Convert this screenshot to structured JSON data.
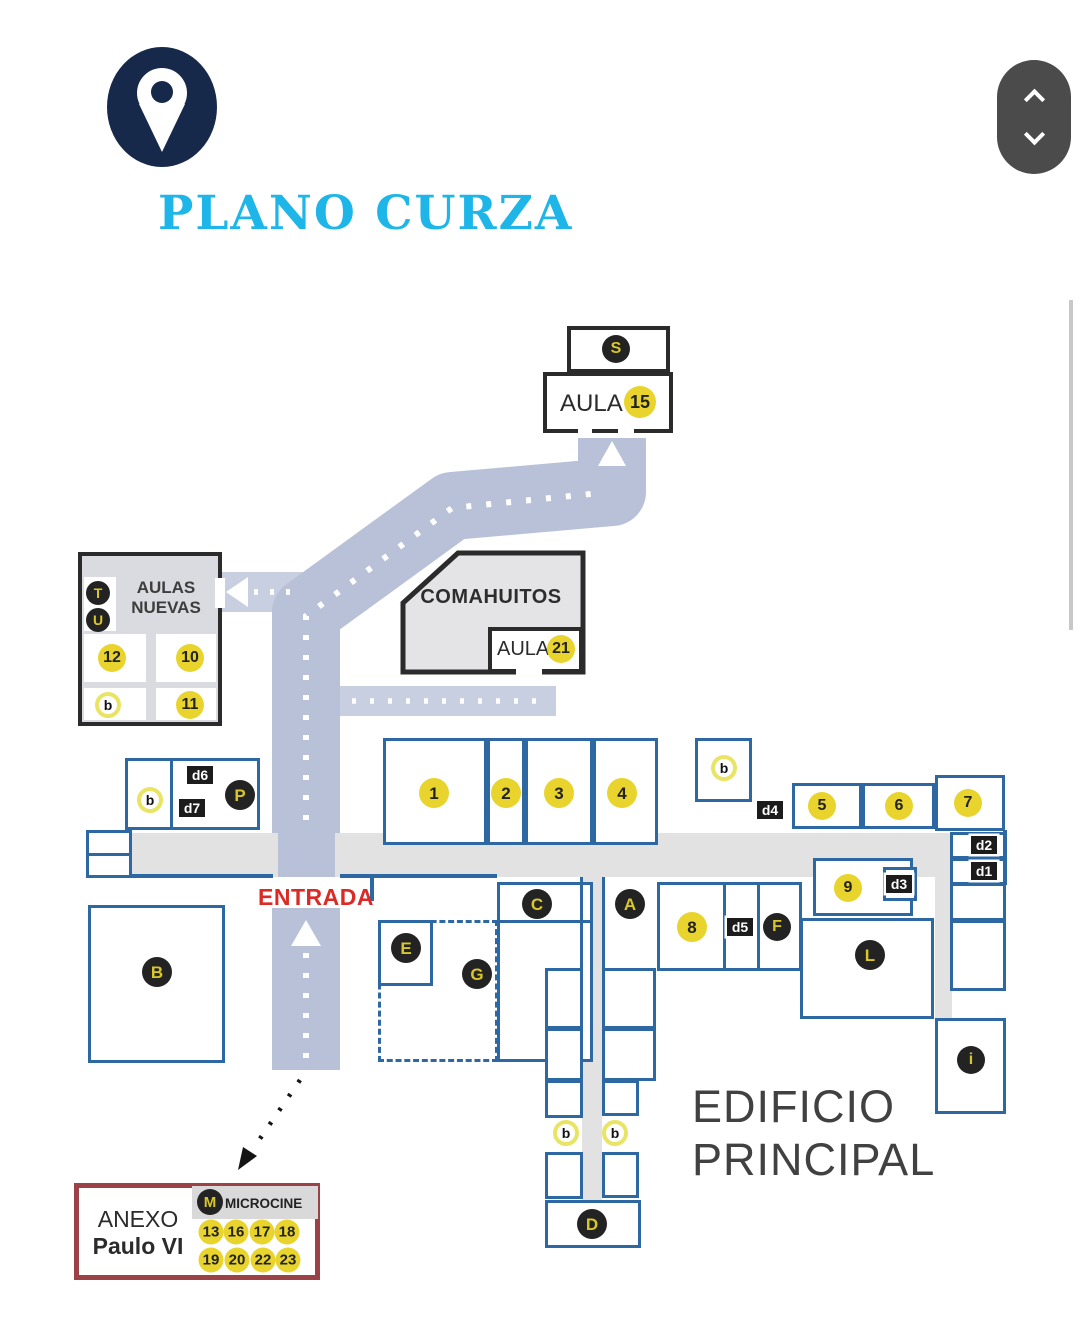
{
  "header": {
    "title": "PLANO CURZA"
  },
  "map": {
    "labels": {
      "entrada": "ENTRADA",
      "edificio1": "EDIFICIO",
      "edificio2": "PRINCIPAL",
      "aulas1": "AULAS",
      "aulas2": "NUEVAS",
      "comahuitos": "COMAHUITOS",
      "aula": "AULA"
    },
    "markers": {
      "s": "S",
      "t": "T",
      "u": "U",
      "p": "P",
      "b": "b",
      "c": "C",
      "a": "A",
      "e": "E",
      "g": "G",
      "f": "F",
      "bmain": "B",
      "l": "L",
      "i": "i",
      "d": "D",
      "m": "M",
      "n1": "1",
      "n2": "2",
      "n3": "3",
      "n4": "4",
      "n5": "5",
      "n6": "6",
      "n7": "7",
      "n8": "8",
      "n9": "9",
      "n10": "10",
      "n11": "11",
      "n12": "12",
      "n15": "15",
      "n21": "21",
      "d1": "d1",
      "d2": "d2",
      "d3": "d3",
      "d4": "d4",
      "d5": "d5",
      "d6": "d6",
      "d7": "d7"
    },
    "anexo": {
      "line1": "ANEXO",
      "line2": "Paulo VI",
      "microcine": "MICROCINE",
      "m": "M",
      "r13": "13",
      "r16": "16",
      "r17": "17",
      "r18": "18",
      "r19": "19",
      "r20": "20",
      "r22": "22",
      "r23": "23"
    },
    "colors": {
      "accent_cyan": "#1eb6e8",
      "logo_navy": "#16294b",
      "wall_blue": "#2d68a3",
      "wall_dark": "#2b2b2b",
      "walkway": "#b8c1d7",
      "walkway_light": "#c7cfe0",
      "corridor_gray": "#e2e2e3",
      "marker_yellow": "#e8d42c",
      "marker_black": "#232323",
      "marker_letter_yellow": "#d9c72a",
      "entrance_red": "#da2b26",
      "anexo_border": "#9b4247",
      "scroll_pill_gray": "#4b4b4b"
    }
  }
}
